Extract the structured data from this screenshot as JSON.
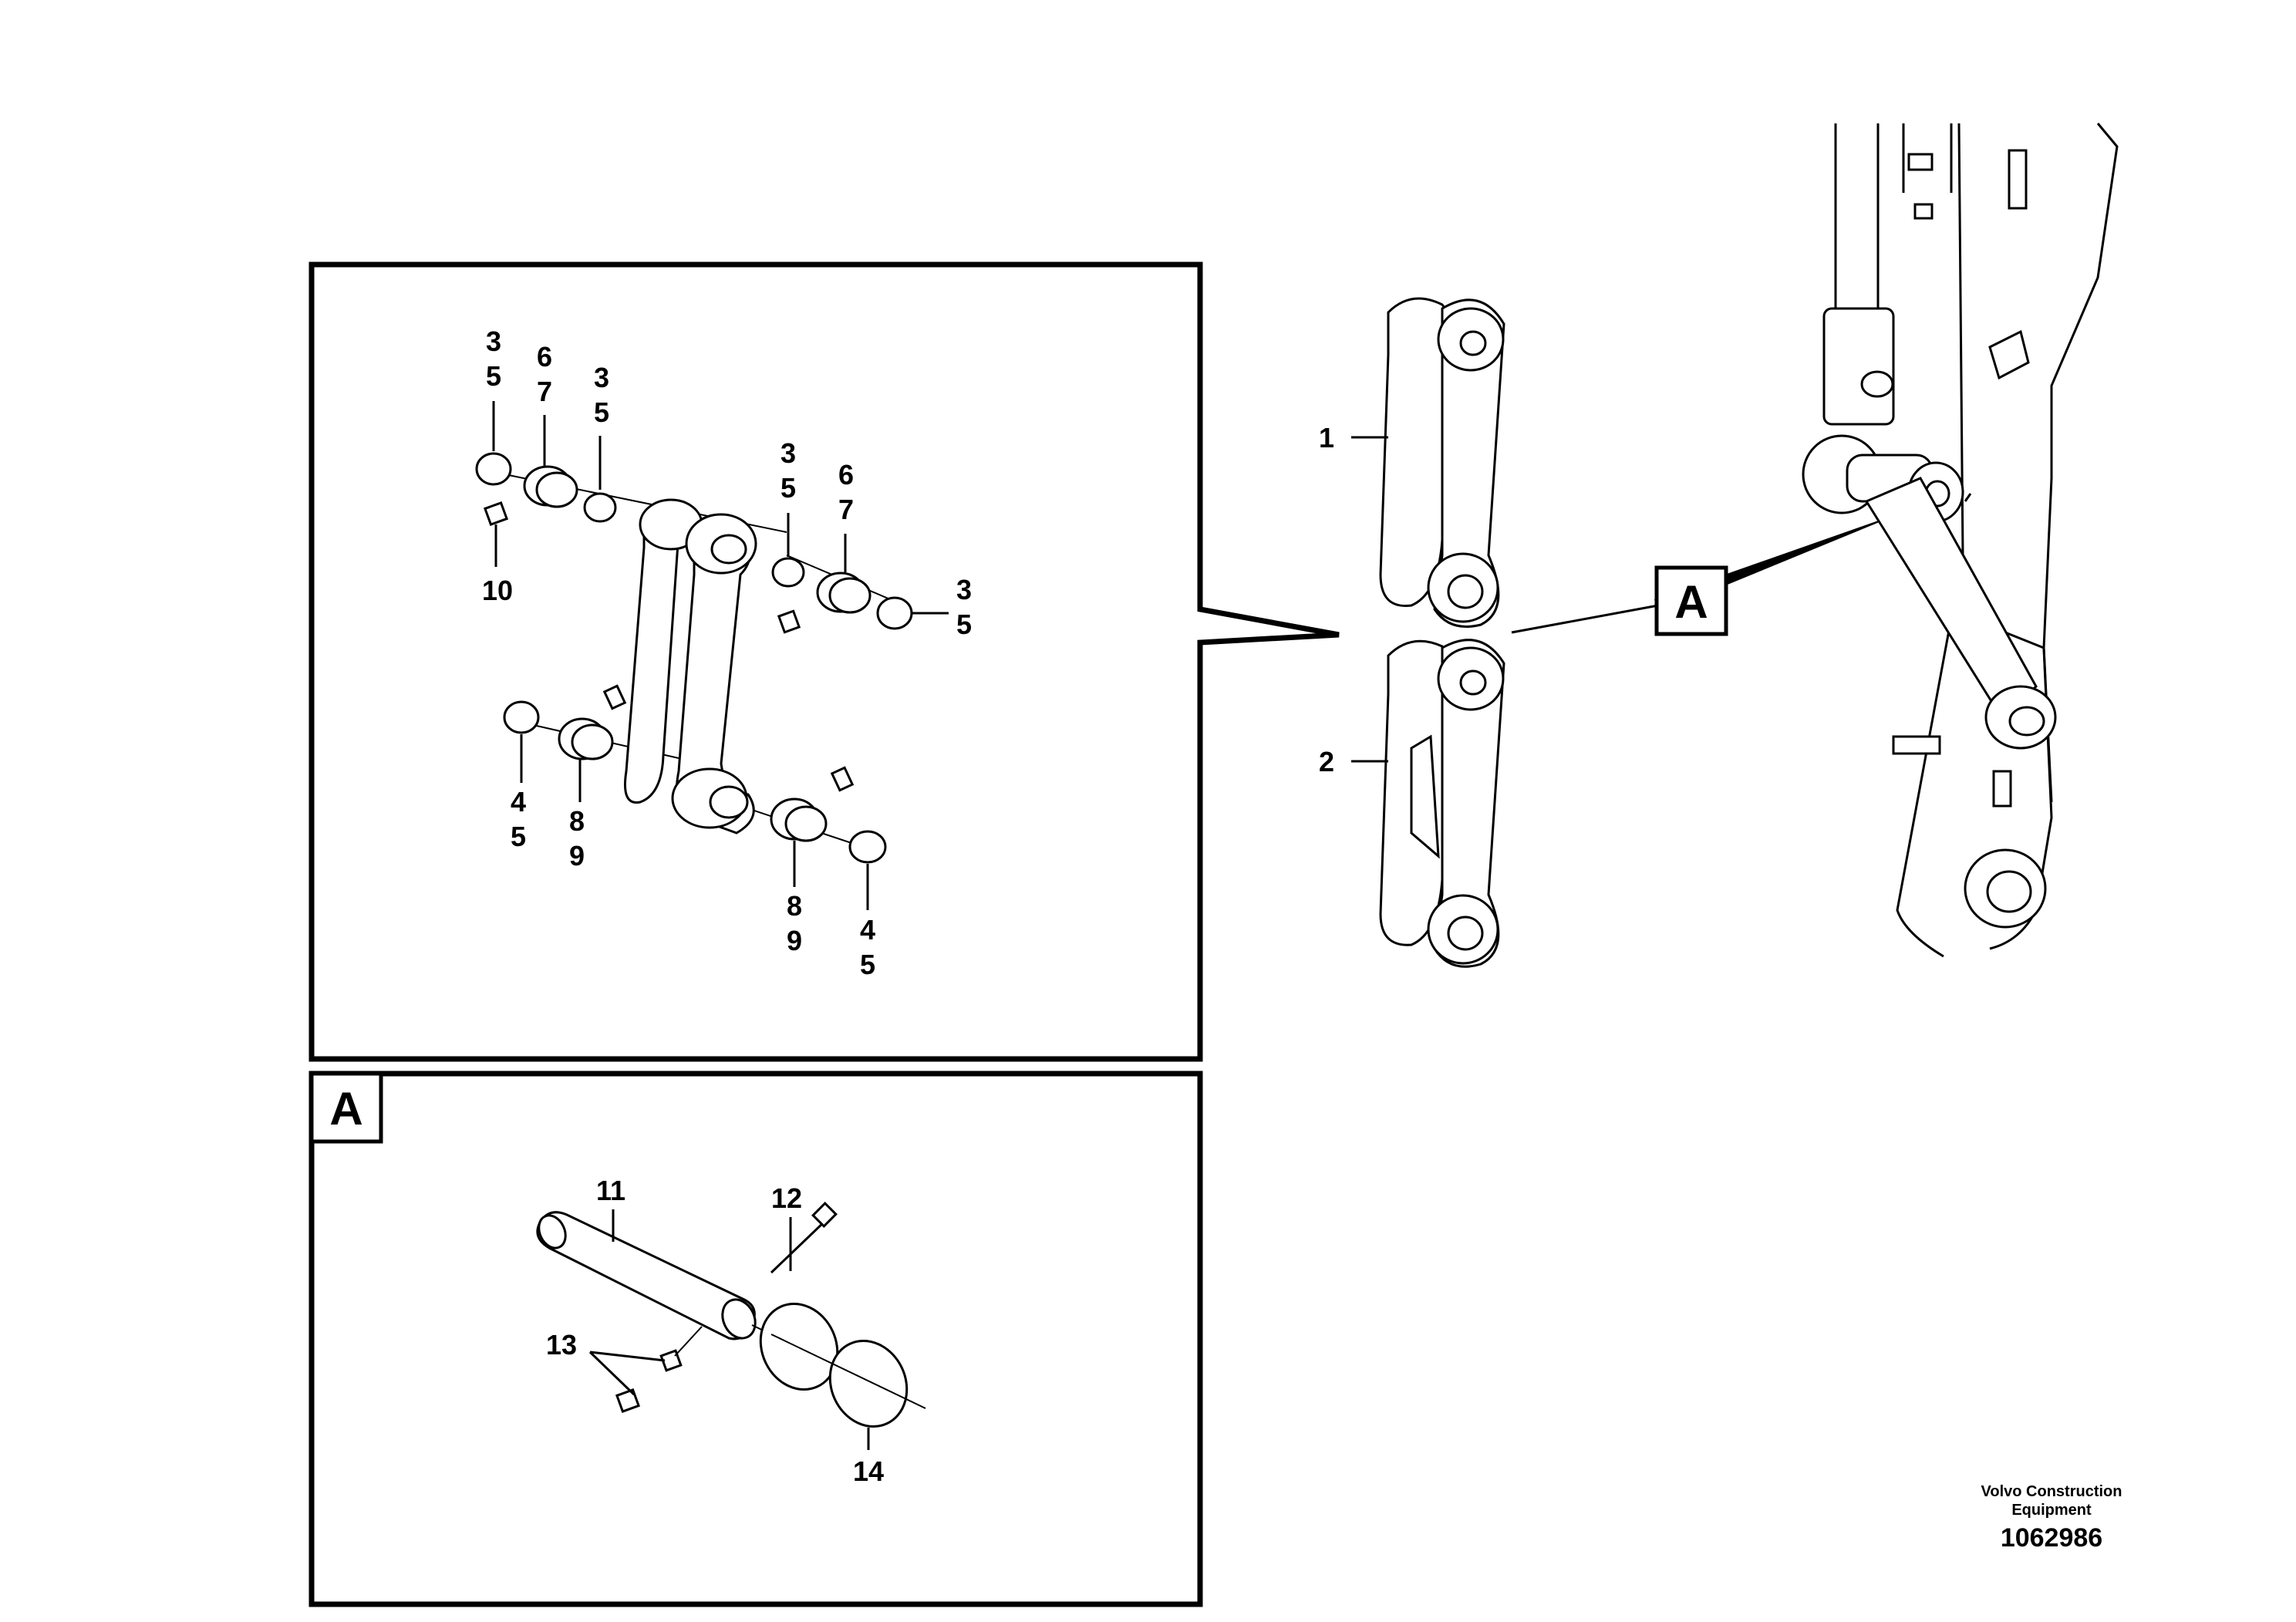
{
  "detail_marker": {
    "letter": "A"
  },
  "overview_callouts": {
    "link_1": "1",
    "link_2": "2"
  },
  "upper_detail_callouts": {
    "top_left_ring_a": "3",
    "top_left_ring_b": "5",
    "top_bushing_a": "6",
    "top_bushing_b": "7",
    "top_mid_ring_a": "3",
    "top_mid_ring_b": "5",
    "grease_fitting": "10",
    "right_ring_a": "3",
    "right_ring_b": "5",
    "right_bushing_a": "6",
    "right_bushing_b": "7",
    "far_right_ring_a": "3",
    "far_right_ring_b": "5",
    "lower_left_ring_a": "4",
    "lower_left_ring_b": "5",
    "lower_left_bushing_a": "8",
    "lower_left_bushing_b": "9",
    "lower_right_bushing_a": "8",
    "lower_right_bushing_b": "9",
    "lower_right_ring_a": "4",
    "lower_right_ring_b": "5"
  },
  "detail_a_callouts": {
    "pin": "11",
    "bolt": "12",
    "nuts": "13",
    "o_rings": "14"
  },
  "footer": {
    "brand_line1": "Volvo Construction",
    "brand_line2": "Equipment",
    "document_number": "1062986"
  }
}
